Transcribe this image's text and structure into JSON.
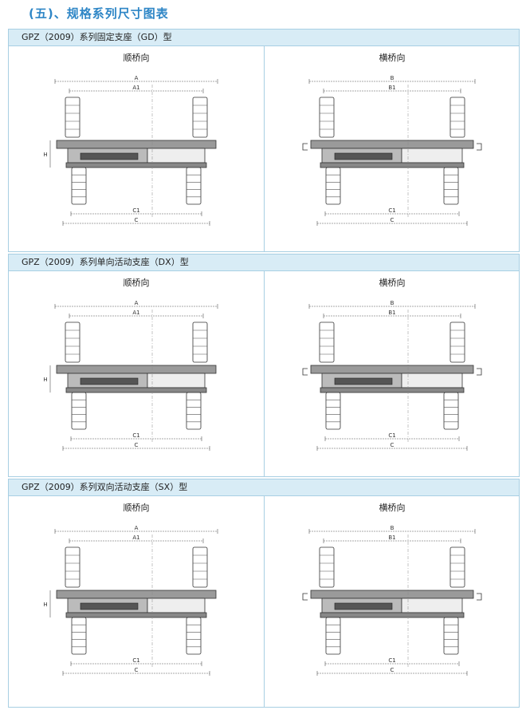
{
  "heading": "(五)、规格系列尺寸图表",
  "sections": [
    {
      "title": "GPZ（2009）系列固定支座（GD）型",
      "left_title": "顺桥向",
      "right_title": "横桥向",
      "left_dims": {
        "outer": "A",
        "inner": "A1",
        "height": "H",
        "bottom_inner": "C1",
        "bottom_outer": "C"
      },
      "right_dims": {
        "outer": "B",
        "inner": "B1",
        "bottom_inner": "C1",
        "bottom_outer": "C"
      }
    },
    {
      "title": "GPZ（2009）系列单向活动支座（DX）型",
      "left_title": "顺桥向",
      "right_title": "横桥向",
      "left_dims": {
        "outer": "A",
        "inner": "A1",
        "height": "H",
        "bottom_inner": "C1",
        "bottom_outer": "C"
      },
      "right_dims": {
        "outer": "B",
        "inner": "B1",
        "bottom_inner": "C1",
        "bottom_outer": "C"
      }
    },
    {
      "title": "GPZ（2009）系列双向活动支座（SX）型",
      "left_title": "顺桥向",
      "right_title": "横桥向",
      "left_dims": {
        "outer": "A",
        "inner": "A1",
        "height": "H",
        "bottom_inner": "C1",
        "bottom_outer": "C"
      },
      "right_dims": {
        "outer": "B",
        "inner": "B1",
        "bottom_inner": "C1",
        "bottom_outer": "C"
      }
    }
  ]
}
